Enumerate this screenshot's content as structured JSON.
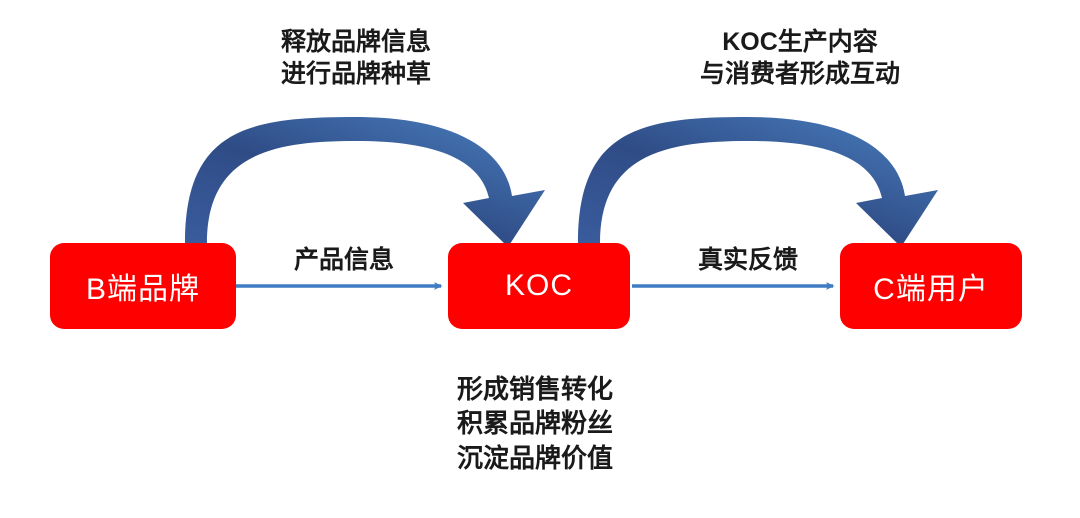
{
  "diagram": {
    "title": "KOC marketing loop",
    "background_color": "#FFFFFF",
    "node_color": "#FF0000",
    "node_text_color": "#FFFFFF",
    "arrow_color_dark": "#3B5EA0",
    "arrow_color_light": "#4A80C0",
    "thin_arrow_color": "#3F7CC4",
    "label_color": "#1A1A1A"
  },
  "nodes": [
    {
      "id": "b-brand",
      "label": "B端品牌"
    },
    {
      "id": "koc",
      "label": "KOC"
    },
    {
      "id": "c-user",
      "label": "C端用户"
    }
  ],
  "edge_labels": {
    "b_to_koc": "产品信息",
    "koc_to_c": "真实反馈"
  },
  "curved_annotations": {
    "left": "释放品牌信息\n进行品牌种草",
    "right": "KOC生产内容\n与消费者形成互动"
  },
  "outcome_note": "形成销售转化\n积累品牌粉丝\n沉淀品牌价值"
}
